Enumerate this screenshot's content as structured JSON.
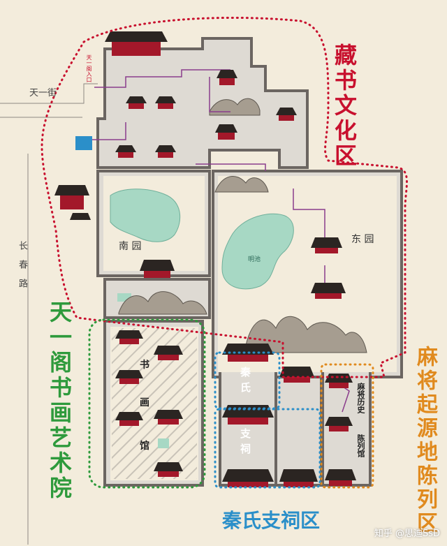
{
  "zones": {
    "cangshu": {
      "label": "藏书文化区",
      "color": "#c8102e"
    },
    "shuhua": {
      "label": "天一阁书画艺术院",
      "color": "#2e9a3c"
    },
    "qinshi": {
      "label": "秦氏支祠区",
      "color": "#2b8fc9"
    },
    "majiang": {
      "label": "麻将起源地陈列区",
      "color": "#e08a1e"
    }
  },
  "roads": {
    "tianyi_street": "天一街",
    "changchun_road": "长春路"
  },
  "areas": {
    "south_garden": "南 园",
    "east_garden": "东 园",
    "pond": "明池"
  },
  "hall_labels": {
    "shu": "书",
    "hua": "画",
    "guan": "馆",
    "qin": "秦",
    "shi": "氏",
    "zhi": "支",
    "ci": "祠",
    "majiang_history": "麻将历史",
    "chenlie": "陈列馆"
  },
  "entrance": "天一阁入口",
  "watermark": "知乎 @思迪SsD",
  "colors": {
    "ground": "#f3ecdc",
    "wall": "#6b6561",
    "roof": "#2b2522",
    "roof_base": "#a3182a",
    "water": "#a7d8c4",
    "rock": "#9e958a"
  }
}
